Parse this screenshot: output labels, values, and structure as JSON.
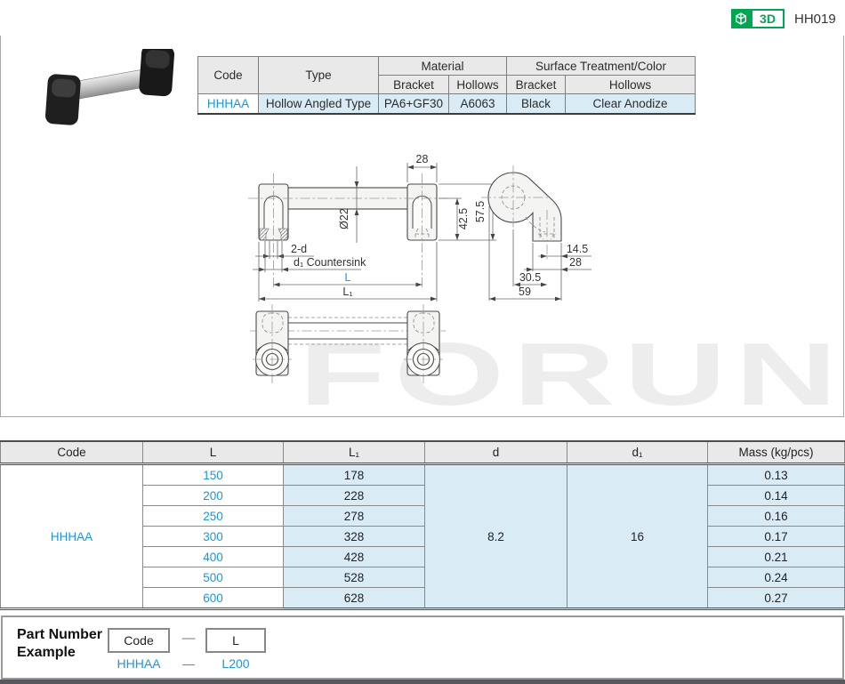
{
  "header": {
    "badge_3d": "3D",
    "part_code": "HH019"
  },
  "spec_table": {
    "col_code": "Code",
    "col_type": "Type",
    "col_material": "Material",
    "col_surface": "Surface Treatment/Color",
    "col_bracket": "Bracket",
    "col_hollows": "Hollows",
    "col_bracket2": "Bracket",
    "col_hollows2": "Hollows",
    "row": {
      "code": "HHHAA",
      "type": "Hollow Angled Type",
      "material_bracket": "PA6+GF30",
      "material_hollows": "A6063",
      "surface_bracket": "Black",
      "surface_hollows": "Clear Anodize"
    }
  },
  "drawing": {
    "watermark": "FORUN",
    "front_view": {
      "width_28": "28",
      "tube_dia": "Ø22",
      "height_425": "42.5",
      "height_575": "57.5",
      "holes_2d": "2-d",
      "countersink": "d₁ Countersink",
      "length_L": "L",
      "length_L1": "L₁"
    },
    "side_view": {
      "offset_145": "14.5",
      "foot_28": "28",
      "offset_305": "30.5",
      "depth_59": "59"
    }
  },
  "dim_table": {
    "headers": [
      "Code",
      "L",
      "L₁",
      "d",
      "d₁",
      "Mass (kg/pcs)"
    ],
    "code": "HHHAA",
    "d": "8.2",
    "d1": "16",
    "rows": [
      {
        "L": "150",
        "L1": "178",
        "mass": "0.13"
      },
      {
        "L": "200",
        "L1": "228",
        "mass": "0.14"
      },
      {
        "L": "250",
        "L1": "278",
        "mass": "0.16"
      },
      {
        "L": "300",
        "L1": "328",
        "mass": "0.17"
      },
      {
        "L": "400",
        "L1": "428",
        "mass": "0.21"
      },
      {
        "L": "500",
        "L1": "528",
        "mass": "0.24"
      },
      {
        "L": "600",
        "L1": "628",
        "mass": "0.27"
      }
    ]
  },
  "part_number_example": {
    "title_line1": "Part Number",
    "title_line2": "Example",
    "code_label": "Code",
    "l_label": "L",
    "dash": "—",
    "example_code": "HHHAA",
    "example_dash": "—",
    "example_l": "L200"
  },
  "colors": {
    "accent_blue": "#1e96d7",
    "badge_green": "#00a651",
    "row_blue": "#d9ecf6",
    "header_gray": "#e9e9e9"
  }
}
